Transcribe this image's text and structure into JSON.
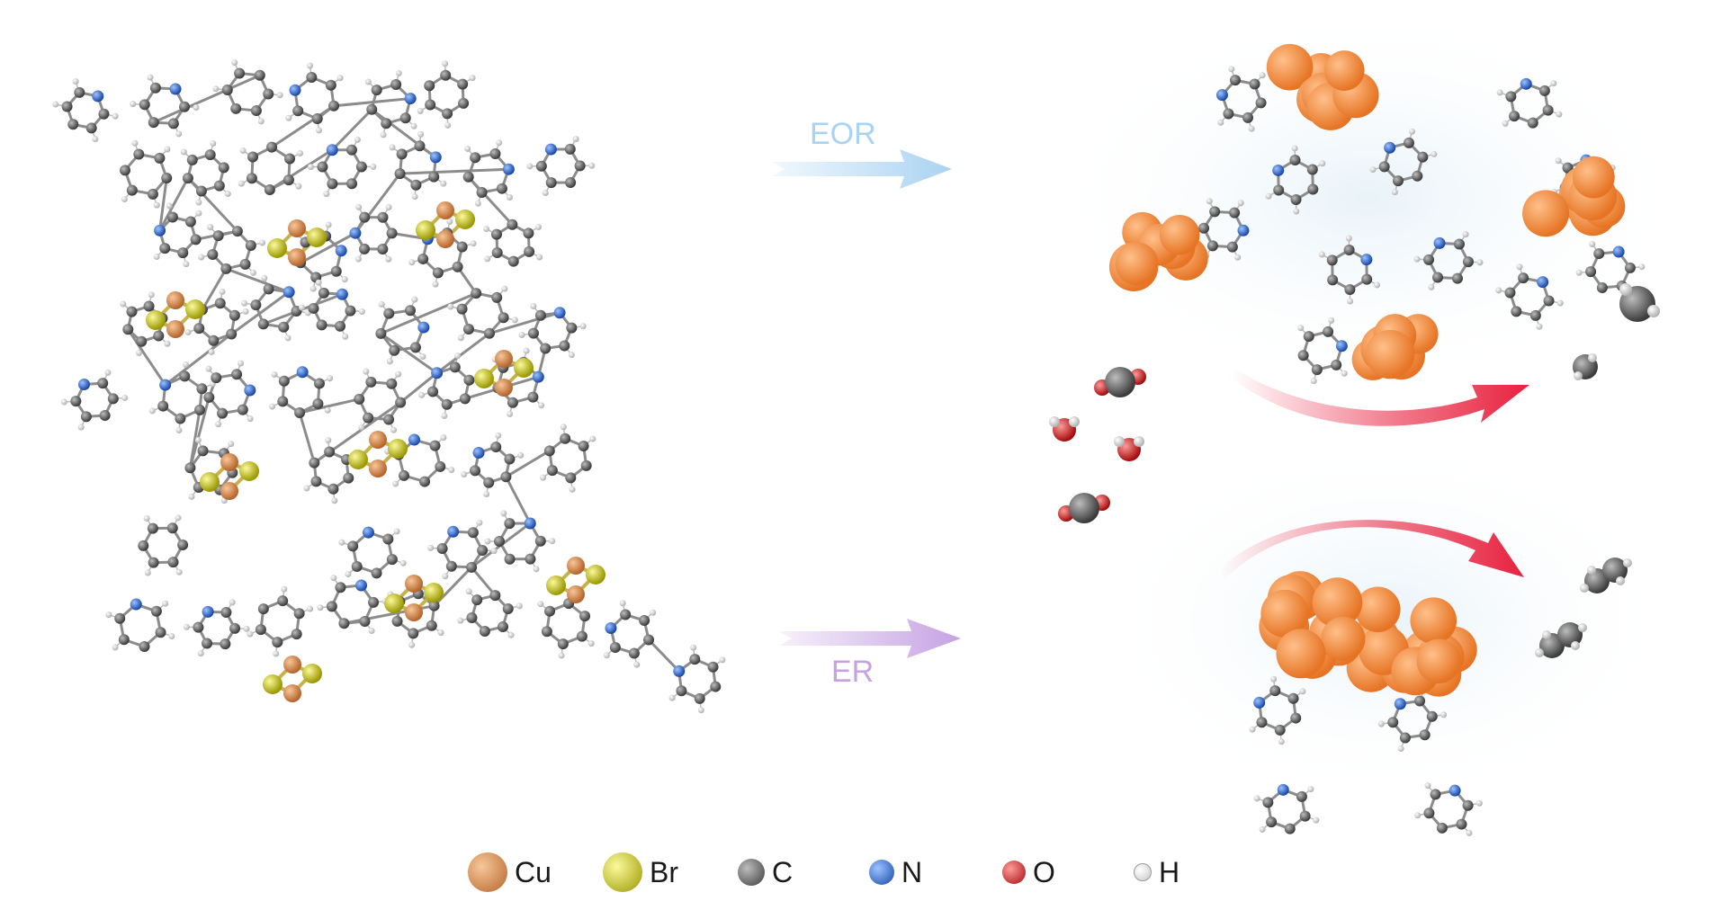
{
  "arrows": {
    "eor": {
      "label": "EOR",
      "color": "#a9d3f2"
    },
    "er": {
      "label": "ER",
      "color": "#c6a2e3"
    }
  },
  "legend": [
    {
      "symbol": "Cu",
      "color": "#e0904c"
    },
    {
      "symbol": "Br",
      "color": "#e8e414"
    },
    {
      "symbol": "C",
      "color": "#6a6a6a"
    },
    {
      "symbol": "N",
      "color": "#2e6fd6"
    },
    {
      "symbol": "O",
      "color": "#e21b1b"
    },
    {
      "symbol": "H",
      "color": "#e8e8e8"
    }
  ],
  "colors": {
    "cluster": "#f58a3c",
    "reaction_arrow": "#e8223f",
    "bond": "#8c8c8c"
  }
}
